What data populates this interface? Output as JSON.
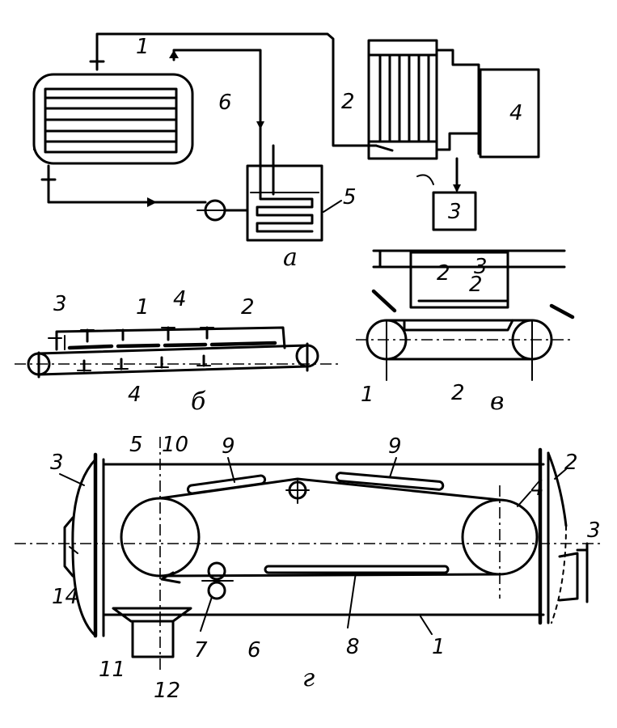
{
  "diagram_a": {
    "caption": "а",
    "labels": [
      "1",
      "2",
      "3",
      "4",
      "5",
      "6"
    ]
  },
  "diagram_b": {
    "caption": "б",
    "labels": [
      "1",
      "2",
      "3",
      "4",
      "4"
    ]
  },
  "diagram_v": {
    "caption": "в",
    "labels": [
      "1",
      "2",
      "2",
      "2",
      "3"
    ]
  },
  "diagram_g": {
    "caption": "г",
    "labels": [
      "1",
      "2",
      "3",
      "3",
      "4",
      "5",
      "6",
      "7",
      "8",
      "9",
      "9",
      "10",
      "11",
      "12",
      "14"
    ]
  }
}
